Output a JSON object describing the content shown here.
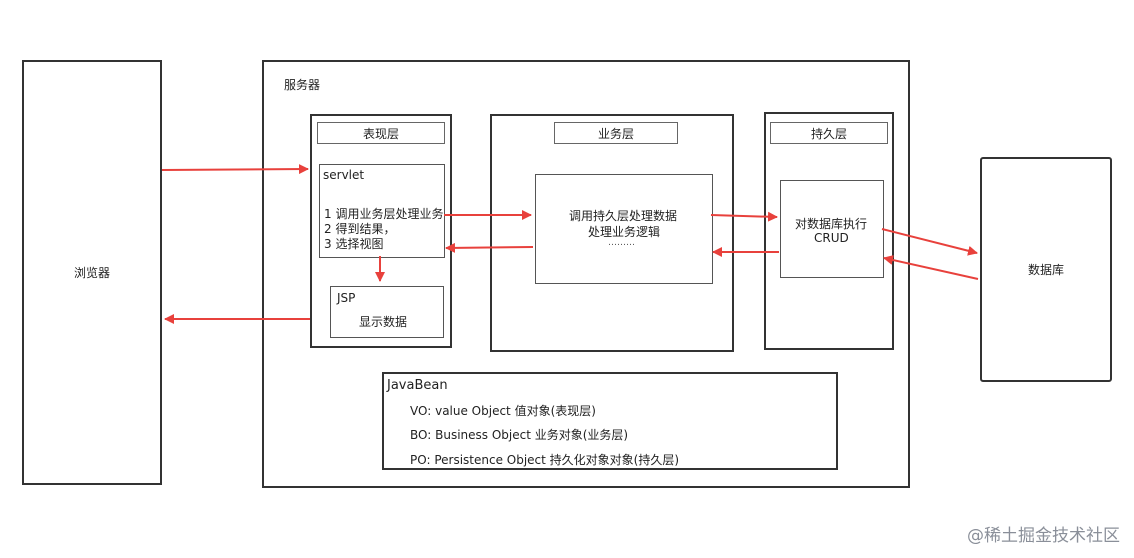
{
  "browser": {
    "label": "浏览器"
  },
  "server": {
    "label": "服务器",
    "presentation": {
      "header": "表现层",
      "servlet": {
        "title": "servlet",
        "lines": [
          "1 调用业务层处理业务",
          "2 得到结果，",
          "3 选择视图"
        ]
      },
      "jsp": {
        "title": "JSP",
        "text": "显示数据"
      }
    },
    "business": {
      "header": "业务层",
      "inner": {
        "lines": [
          "调用持久层处理数据",
          "处理业务逻辑",
          "………"
        ]
      }
    },
    "persistence": {
      "header": "持久层",
      "inner": {
        "lines": [
          "对数据库执行",
          "CRUD"
        ]
      }
    },
    "javabean": {
      "title": "JavaBean",
      "items": [
        "VO: value Object  值对象(表现层)",
        "BO: Business Object  业务对象(业务层)",
        "PO: Persistence Object  持久化对象对象(持久层)"
      ]
    }
  },
  "database": {
    "label": "数据库"
  },
  "watermark": "@稀土掘金技术社区",
  "colors": {
    "arrow": "#e8413c",
    "border": "#333333"
  }
}
